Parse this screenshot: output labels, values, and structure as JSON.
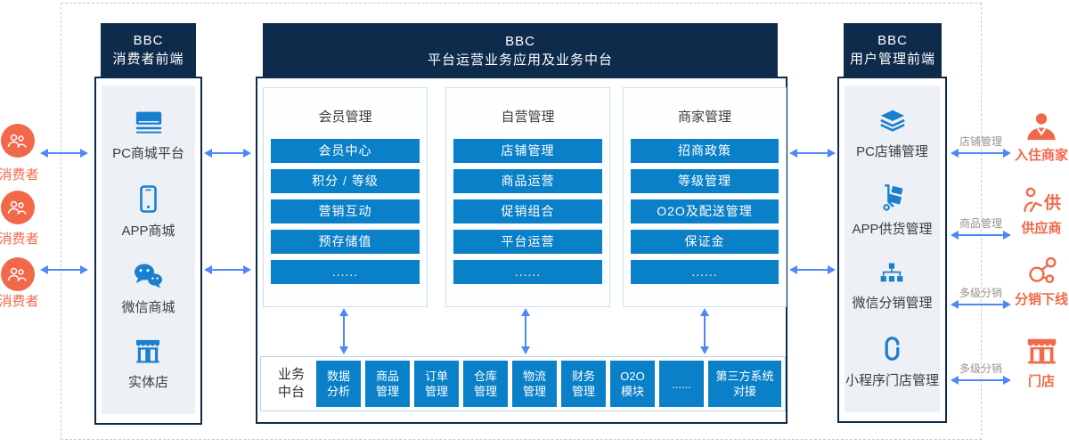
{
  "consumers": {
    "items": [
      {
        "label": "消费者"
      },
      {
        "label": "消费者"
      },
      {
        "label": "消费者"
      }
    ]
  },
  "consumer_frontend": {
    "title_line1": "BBC",
    "title_line2": "消费者前端",
    "items": [
      {
        "icon": "pc-mall-icon",
        "label": "PC商城平台"
      },
      {
        "icon": "app-mall-icon",
        "label": "APP商城"
      },
      {
        "icon": "wechat-mall-icon",
        "label": "微信商城"
      },
      {
        "icon": "physical-store-icon",
        "label": "实体店"
      }
    ]
  },
  "platform": {
    "title_line1": "BBC",
    "title_line2": "平台运营业务应用及业务中台",
    "modules": [
      {
        "title": "会员管理",
        "buttons": [
          "会员中心",
          "积分 / 等级",
          "营销互动",
          "预存储值",
          "......"
        ]
      },
      {
        "title": "自营管理",
        "buttons": [
          "店铺管理",
          "商品运营",
          "促销组合",
          "平台运营",
          "......"
        ]
      },
      {
        "title": "商家管理",
        "buttons": [
          "招商政策",
          "等级管理",
          "O2O及配送管理",
          "保证金",
          "......"
        ]
      }
    ],
    "middle_platform": {
      "label_line1": "业务",
      "label_line2": "中台",
      "boxes": [
        {
          "line1": "数据",
          "line2": "分析"
        },
        {
          "line1": "商品",
          "line2": "管理"
        },
        {
          "line1": "订单",
          "line2": "管理"
        },
        {
          "line1": "仓库",
          "line2": "管理"
        },
        {
          "line1": "物流",
          "line2": "管理"
        },
        {
          "line1": "财务",
          "line2": "管理"
        },
        {
          "line1": "O2O",
          "line2": "模块"
        },
        {
          "line1": "......",
          "line2": ""
        },
        {
          "line1": "第三方系统",
          "line2": "对接"
        }
      ]
    }
  },
  "user_frontend": {
    "title_line1": "BBC",
    "title_line2": "用户管理前端",
    "items": [
      {
        "icon": "layers-icon",
        "label": "PC店铺管理"
      },
      {
        "icon": "trolley-icon",
        "label": "APP供货管理"
      },
      {
        "icon": "distribution-tree-icon",
        "label": "微信分销管理"
      },
      {
        "icon": "miniprogram-icon",
        "label": "小程序门店管理"
      }
    ]
  },
  "right_entities": {
    "items": [
      {
        "arrow_label": "店铺管理",
        "icon": "merchant-icon",
        "label": "入住商家"
      },
      {
        "arrow_label": "商品管理",
        "icon": "supplier-icon",
        "icon_char": "供",
        "label": "供应商"
      },
      {
        "arrow_label": "多级分销",
        "icon": "share-icon",
        "label": "分销下线"
      },
      {
        "arrow_label": "多级分销",
        "icon": "shop-icon",
        "label": "门店"
      }
    ]
  },
  "colors": {
    "navy": "#0e2b4c",
    "button_blue": "#0a80c8",
    "icon_blue": "#1b7fd0",
    "orange": "#f2694a",
    "arrow_blue": "#4f87f5",
    "panel_bg": "#edf1f5"
  }
}
